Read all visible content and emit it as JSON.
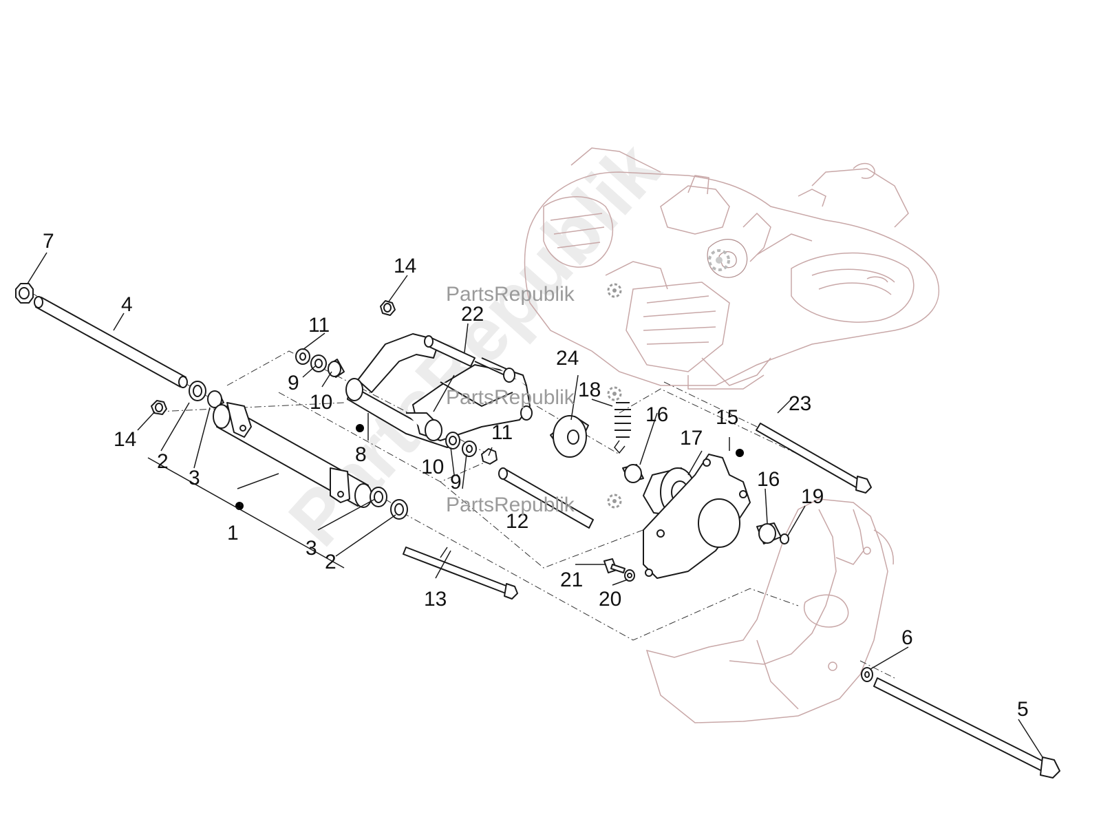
{
  "watermark": {
    "text": "PartsRepublik",
    "diagonal_text": "PartsRepublik",
    "icon": "gear-icon"
  },
  "callouts": [
    "1",
    "2",
    "2",
    "3",
    "3",
    "4",
    "5",
    "6",
    "7",
    "8",
    "9",
    "9",
    "10",
    "10",
    "11",
    "11",
    "12",
    "13",
    "14",
    "14",
    "15",
    "16",
    "16",
    "17",
    "18",
    "19",
    "20",
    "21",
    "22",
    "23",
    "24"
  ],
  "labels": {
    "c1": "1",
    "c2a": "2",
    "c2b": "2",
    "c3a": "3",
    "c3b": "3",
    "c4": "4",
    "c5": "5",
    "c6": "6",
    "c7": "7",
    "c8": "8",
    "c9a": "9",
    "c9b": "9",
    "c10a": "10",
    "c10b": "10",
    "c11a": "11",
    "c11b": "11",
    "c12": "12",
    "c13": "13",
    "c14a": "14",
    "c14b": "14",
    "c15": "15",
    "c16a": "16",
    "c16b": "16",
    "c17": "17",
    "c18": "18",
    "c19": "19",
    "c20": "20",
    "c21": "21",
    "c22": "22",
    "c23": "23",
    "c24": "24"
  },
  "colors": {
    "line": "#1a1a1a",
    "ghost_engine": "#c8a7a7",
    "watermark": "#9a9a9a"
  }
}
